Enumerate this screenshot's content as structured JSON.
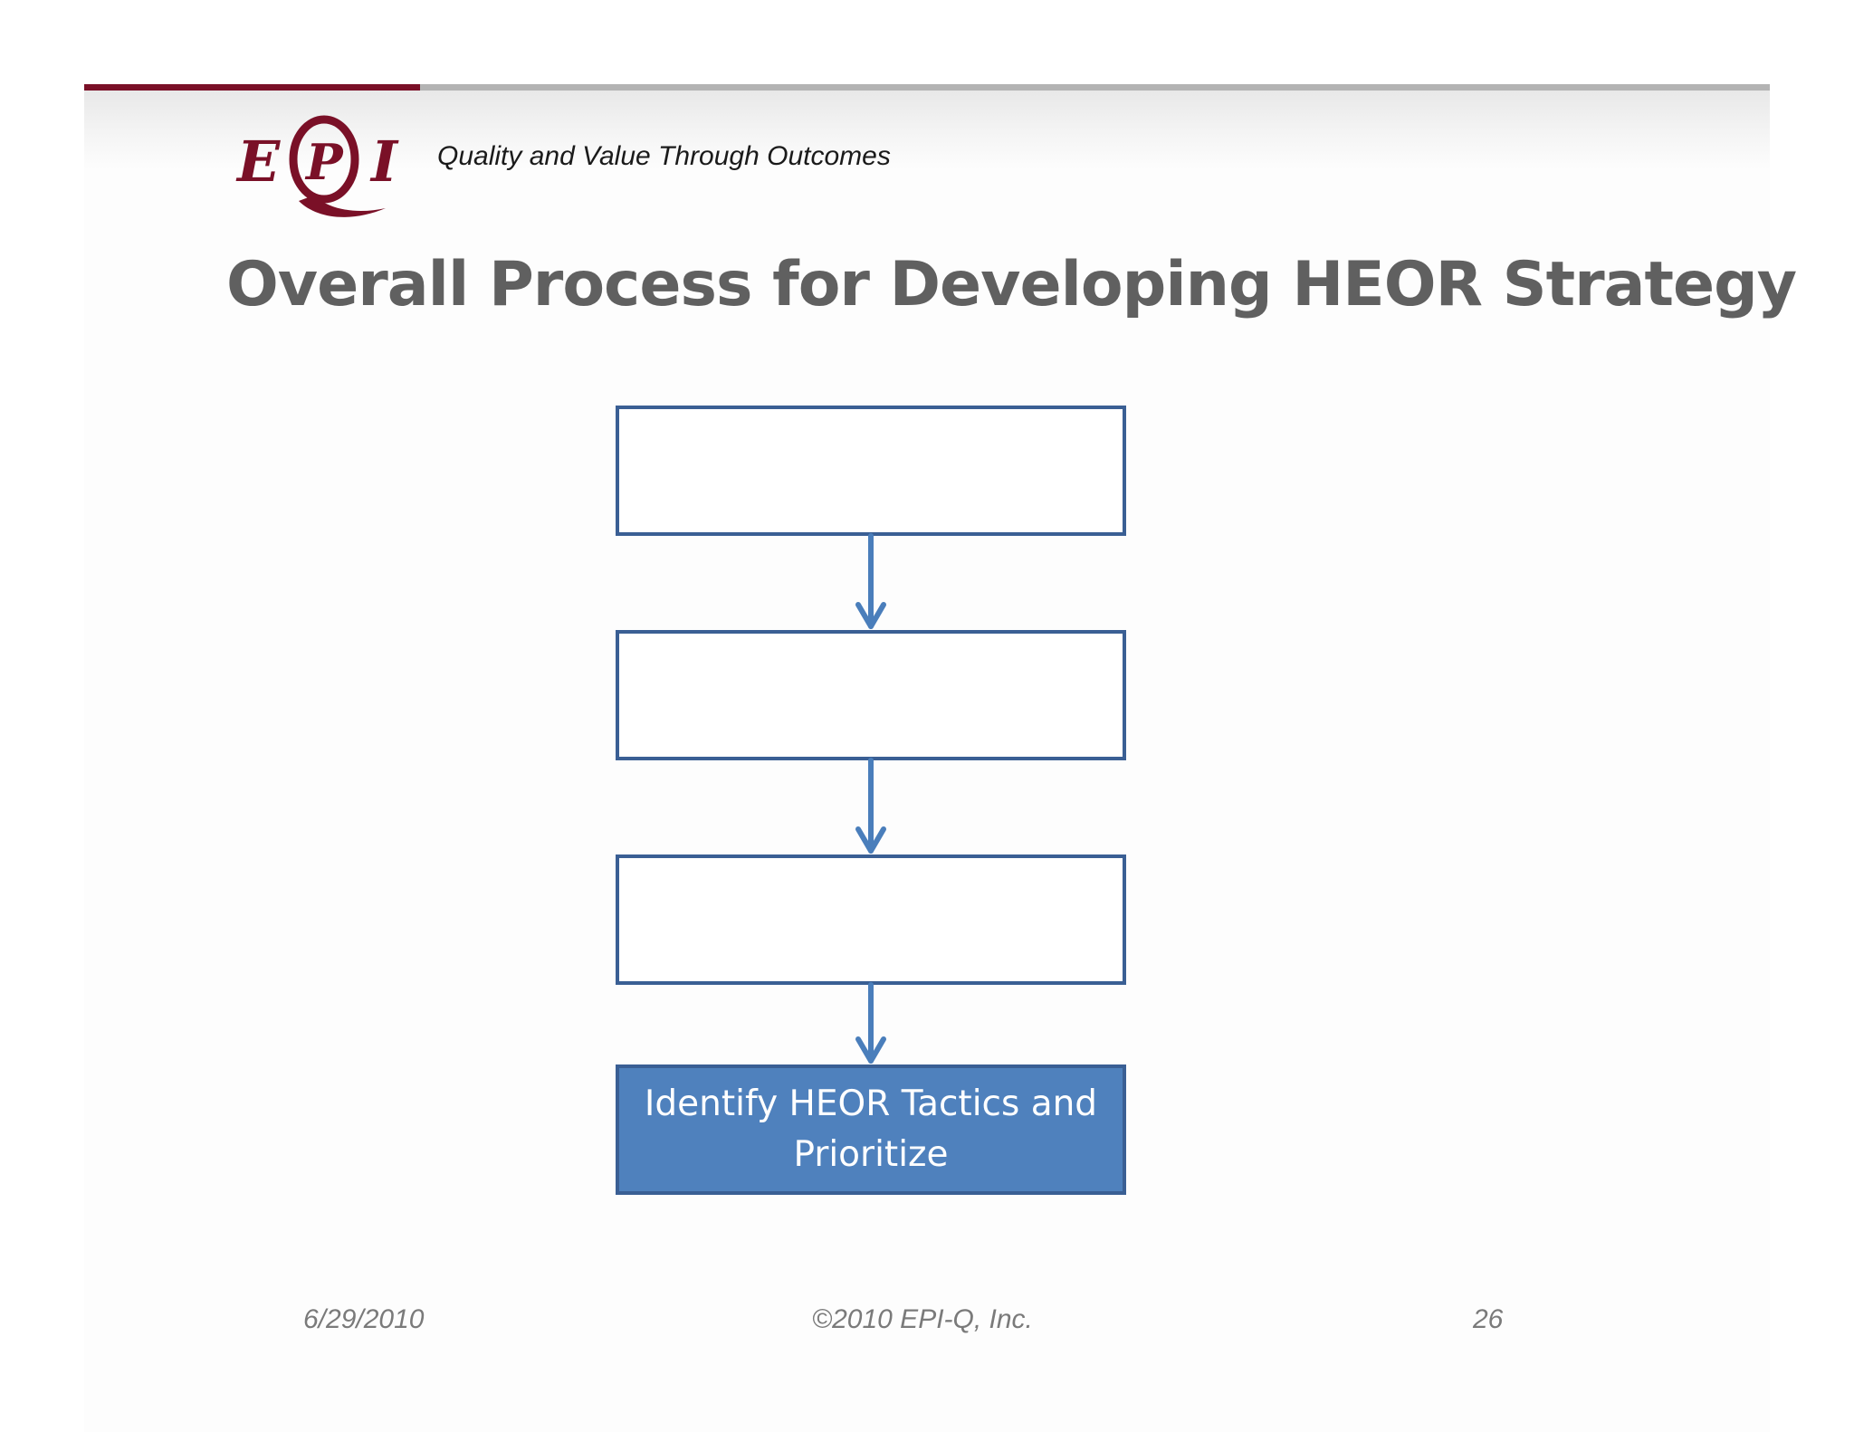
{
  "header": {
    "logo_text": "EPQI",
    "tagline": "Quality and Value Through Outcomes",
    "accent_color": "#7a1027"
  },
  "slide": {
    "title": "Overall Process for Developing HEOR Strategy"
  },
  "flowchart": {
    "steps": [
      {
        "label": "",
        "filled": false
      },
      {
        "label": "",
        "filled": false
      },
      {
        "label": "",
        "filled": false
      },
      {
        "label": "Identify HEOR Tactics and Prioritize",
        "filled": true
      }
    ],
    "box_border_color": "#3a5f94",
    "box_fill_color": "#4f81bd",
    "arrow_color": "#4a7ebb"
  },
  "footer": {
    "date": "6/29/2010",
    "copyright": "©2010 EPI-Q, Inc.",
    "page_number": "26"
  }
}
